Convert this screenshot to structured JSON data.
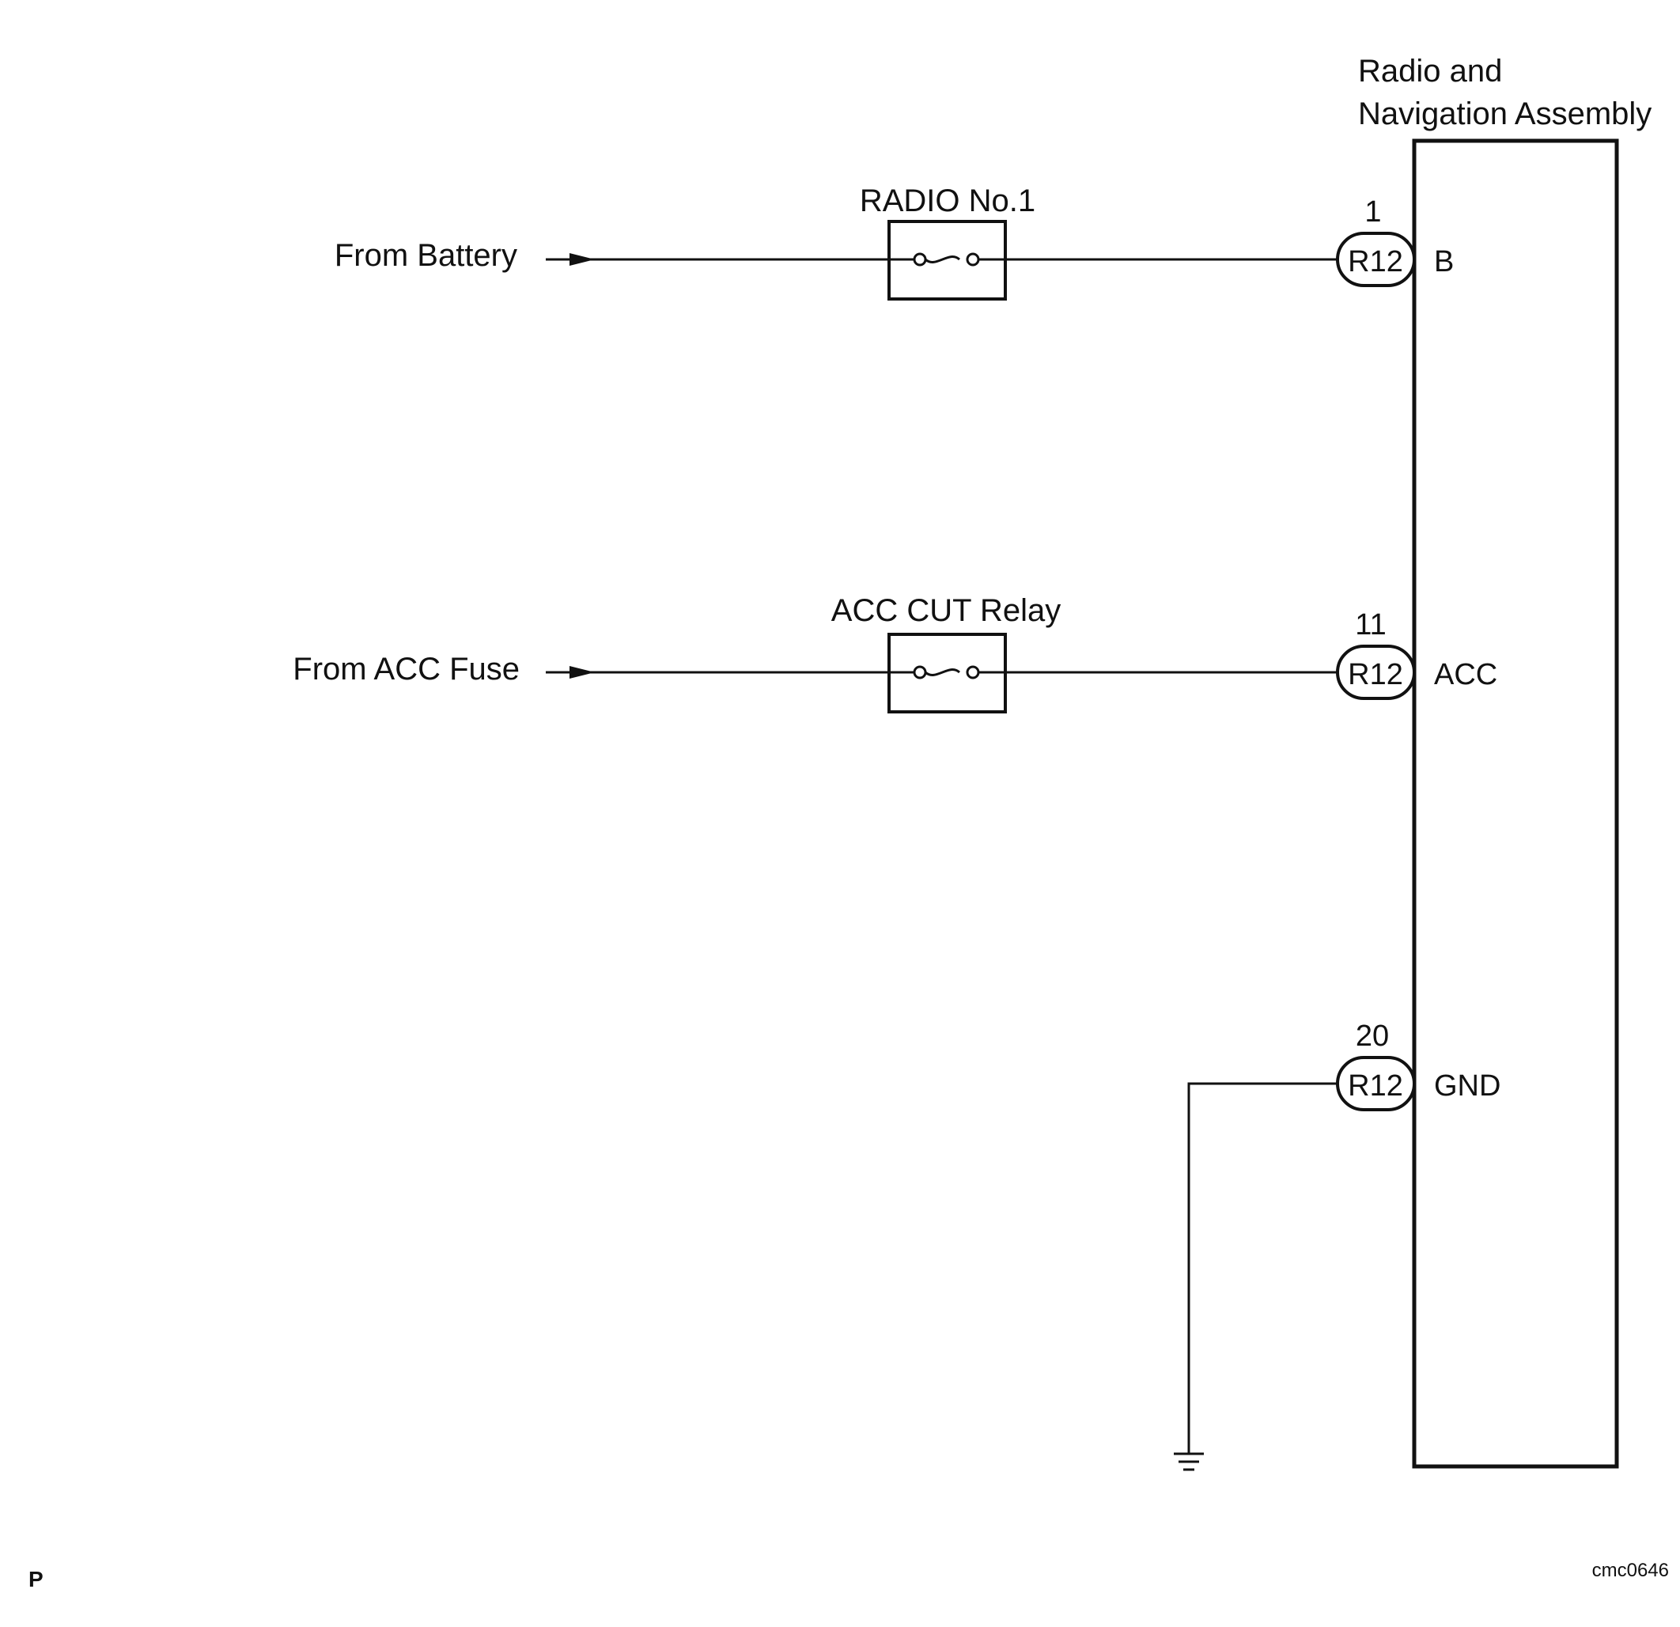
{
  "assembly": {
    "title_line1": "Radio and",
    "title_line2": "Navigation Assembly"
  },
  "circuits": [
    {
      "source": "From Battery",
      "component": "RADIO No.1",
      "pin": "1",
      "connector": "R12",
      "terminal": "B"
    },
    {
      "source": "From ACC Fuse",
      "component": "ACC CUT Relay",
      "pin": "11",
      "connector": "R12",
      "terminal": "ACC"
    },
    {
      "pin": "20",
      "connector": "R12",
      "terminal": "GND"
    }
  ],
  "footer": {
    "left_mark": "P",
    "figure_code": "cmc0646"
  },
  "icons": [
    "arrow-icon",
    "fuse-icon",
    "ground-icon"
  ],
  "colors": {
    "line": "#111111",
    "background": "#ffffff"
  }
}
